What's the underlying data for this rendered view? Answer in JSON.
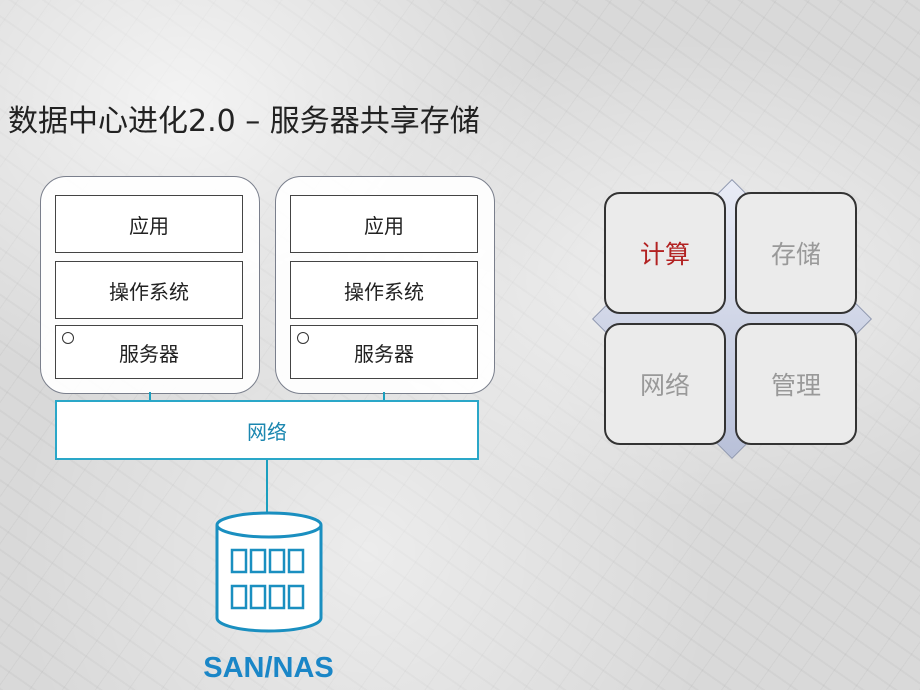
{
  "title": "数据中心进化2.0 – 服务器共享存储",
  "servers": [
    {
      "app": "应用",
      "os": "操作系统",
      "server": "服务器"
    },
    {
      "app": "应用",
      "os": "操作系统",
      "server": "服务器"
    }
  ],
  "network": "网络",
  "storage_label": "SAN/NAS",
  "quadrants": {
    "compute": "计算",
    "storage": "存储",
    "network": "网络",
    "management": "管理"
  },
  "colors": {
    "network_line": "#2aa7c8",
    "storage_label": "#1a86c7",
    "active_quadrant_text": "#b22222",
    "inactive_quadrant_text": "#999999"
  }
}
